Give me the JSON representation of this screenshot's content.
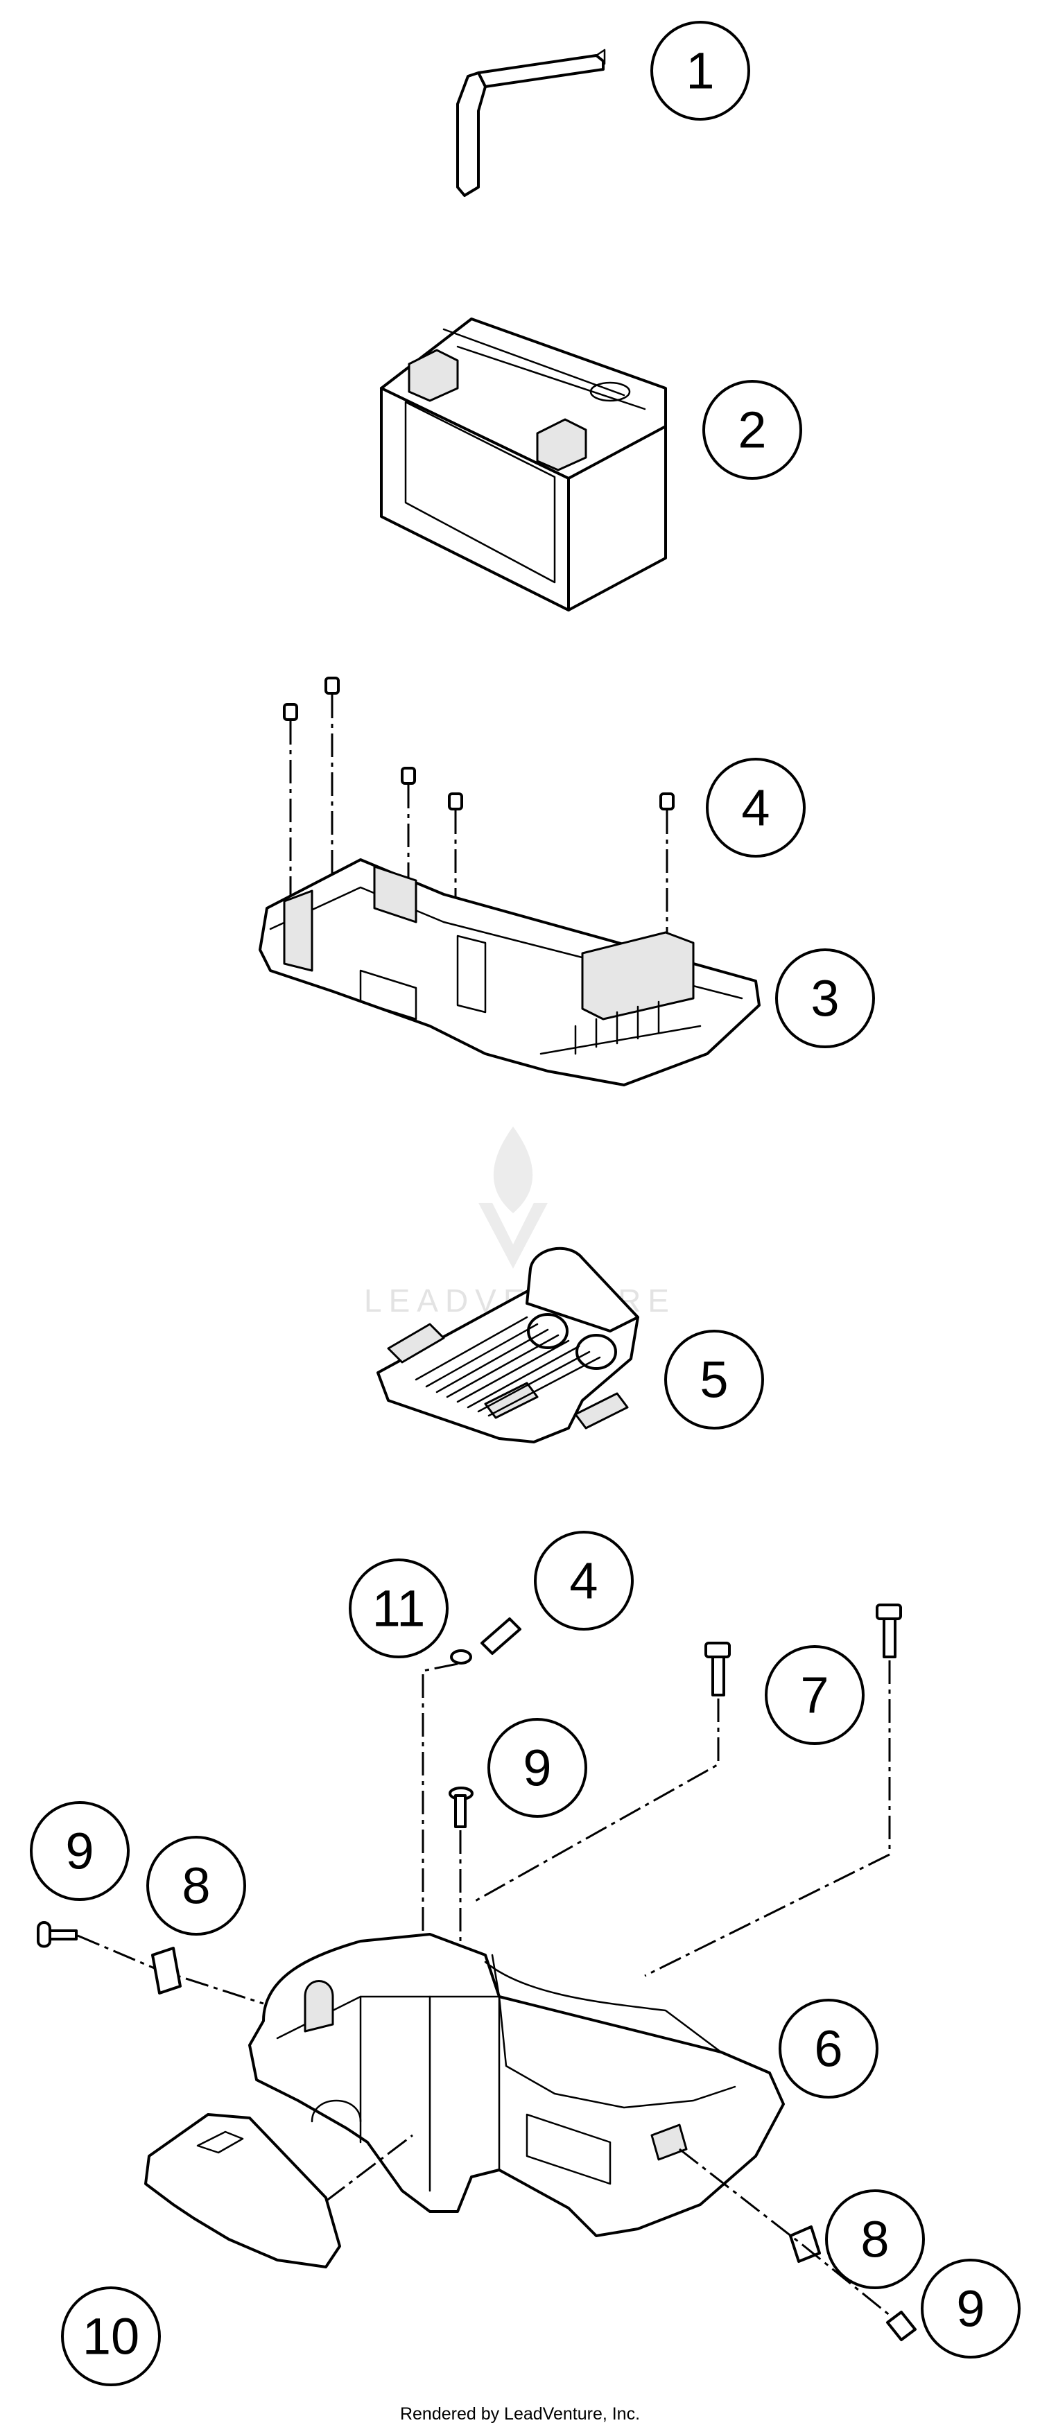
{
  "callouts": [
    {
      "id": "c1",
      "label": "1"
    },
    {
      "id": "c2",
      "label": "2"
    },
    {
      "id": "c4a",
      "label": "4"
    },
    {
      "id": "c3",
      "label": "3"
    },
    {
      "id": "c5",
      "label": "5"
    },
    {
      "id": "c11",
      "label": "11"
    },
    {
      "id": "c4b",
      "label": "4"
    },
    {
      "id": "c7",
      "label": "7"
    },
    {
      "id": "c9a",
      "label": "9"
    },
    {
      "id": "c9b",
      "label": "9"
    },
    {
      "id": "c8a",
      "label": "8"
    },
    {
      "id": "c6",
      "label": "6"
    },
    {
      "id": "c8b",
      "label": "8"
    },
    {
      "id": "c9c",
      "label": "9"
    },
    {
      "id": "c10",
      "label": "10"
    }
  ],
  "watermark": {
    "text": "LEADVENTURE"
  },
  "footer": {
    "text": "Rendered by LeadVenture, Inc."
  }
}
